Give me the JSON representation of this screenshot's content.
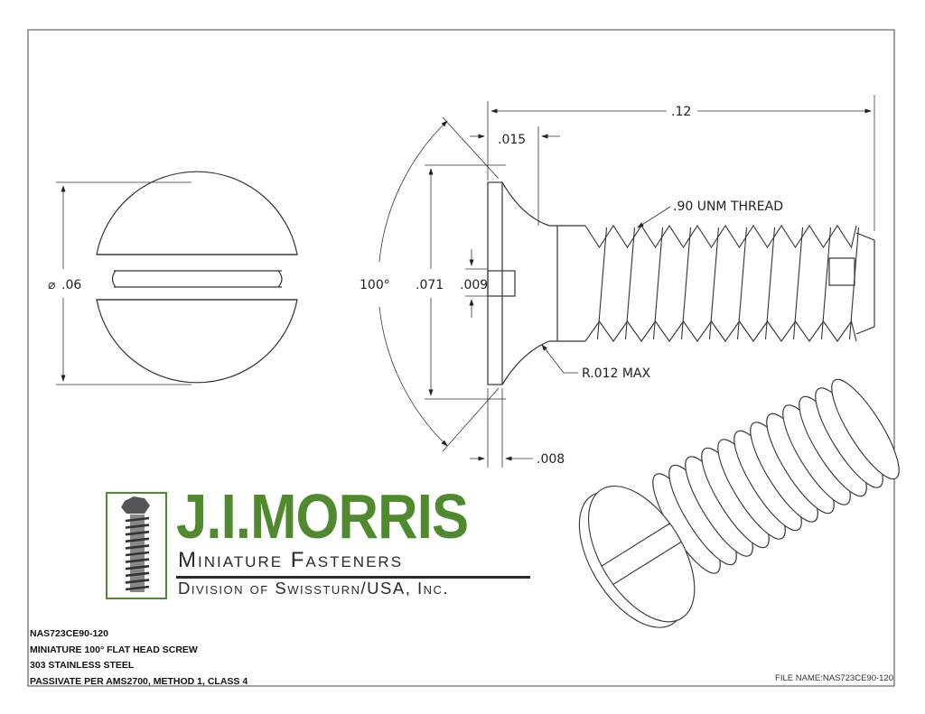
{
  "dimensions": {
    "diameter": ".06",
    "overall_length": ".12",
    "head_height": ".015",
    "thread": ".90 UNM THREAD",
    "head_angle": "100°",
    "head_diameter": ".071",
    "slot_width": ".009",
    "fillet_radius": "R.012 MAX",
    "head_edge": ".008"
  },
  "logo": {
    "name": "J.I.MORRIS",
    "line1": "Miniature Fasteners",
    "line2": "Division of Swissturn/USA, Inc."
  },
  "notes": [
    "NAS723CE90-120",
    "MINIATURE 100° FLAT HEAD SCREW",
    "303 STAINLESS STEEL",
    "PASSIVATE PER AMS2700, METHOD 1, CLASS 4"
  ],
  "file_name": "FILE NAME:NAS723CE90-120",
  "colors": {
    "brand_green": "#4f8a2f",
    "line": "#333333"
  }
}
